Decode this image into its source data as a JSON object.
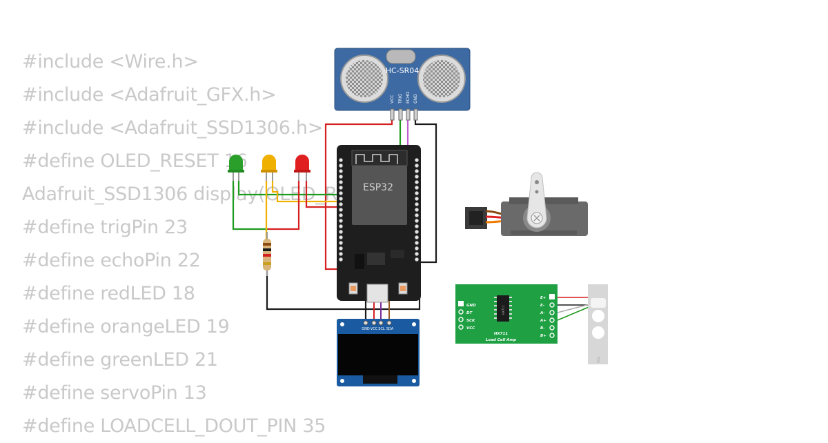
{
  "code_lines": [
    "#include <Wire.h>",
    "#include <Adafruit_GFX.h>",
    "#include <Adafruit_SSD1306.h>",
    "#define OLED_RESET 16",
    "Adafruit_SSD1306 display(OLED_RESET);",
    "#define trigPin 23",
    "#define echoPin 22",
    "#define redLED 18",
    "#define orangeLED 19",
    "#define greenLED 21",
    "#define servoPin 13",
    "#define LOADCELL_DOUT_PIN 35"
  ],
  "components": {
    "ultrasonic": {
      "name": "HC-SR04",
      "pins": [
        "VCC",
        "TRIG",
        "ECHO",
        "GND"
      ]
    },
    "esp32": {
      "name": "ESP32"
    },
    "oled": {
      "pins": [
        "GND",
        "VCC",
        "SCL",
        "SDA"
      ]
    },
    "hx711": {
      "chip": "HX711",
      "title": "HX711",
      "subtitle": "Load Cell Amp",
      "left_pins": [
        "GND",
        "DT",
        "SCK",
        "VCC"
      ],
      "right_pins": [
        "E+",
        "E-",
        "A-",
        "A+",
        "B-",
        "B+"
      ]
    },
    "load_cell": {
      "label": "5kg"
    }
  },
  "colors": {
    "code_text": "#c9c9c9",
    "wire_red": "#d42020",
    "wire_black": "#1a1a1a",
    "wire_green": "#1e9a1e",
    "wire_violet": "#c060d0",
    "wire_yellow": "#f0b000",
    "wire_brown": "#9a5a20",
    "wire_purple": "#7a2a9a",
    "hcsr04_board": "#3d6aa3",
    "hx711_board": "#1fa043",
    "oled_board": "#1a5aa0"
  }
}
